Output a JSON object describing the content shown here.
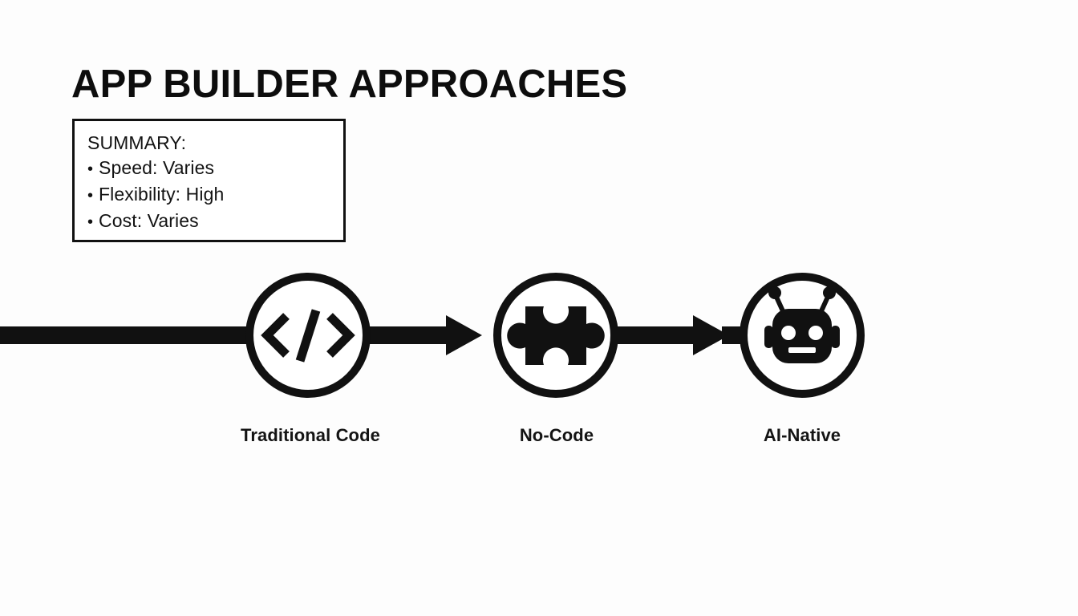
{
  "slide": {
    "title": "APP BUILDER APPROACHES",
    "background_color": "#fdfdfd",
    "ink_color": "#111111"
  },
  "summary": {
    "heading": "SUMMARY:",
    "bullet_glyph": "•",
    "items": [
      "Speed: Varies",
      "Flexibility: High",
      "Cost: Varies"
    ]
  },
  "flow": {
    "nodes": [
      {
        "label": "Traditional Code",
        "icon": "code-brackets-icon"
      },
      {
        "label": "No-Code",
        "icon": "puzzle-piece-icon"
      },
      {
        "label": "AI-Native",
        "icon": "robot-head-icon"
      }
    ],
    "connectors": [
      {
        "from": "Traditional Code",
        "to": "No-Code",
        "style": "solid-arrow"
      },
      {
        "from": "No-Code",
        "to": "AI-Native",
        "style": "solid-arrow"
      }
    ]
  }
}
